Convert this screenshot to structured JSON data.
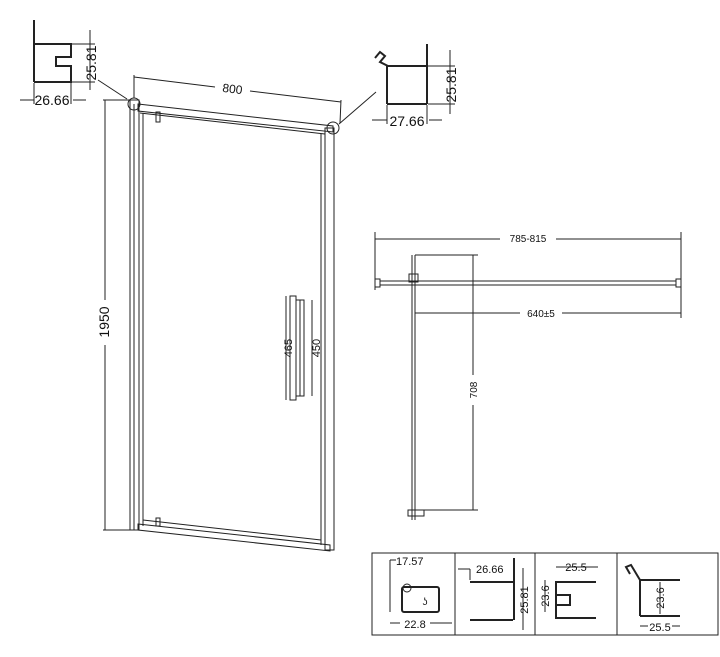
{
  "drawing": {
    "front_view": {
      "top_width": "800",
      "height": "1950",
      "handle_length": "465",
      "handle_spacing": "450"
    },
    "top_left_detail": {
      "height": "25.81",
      "width": "26.66"
    },
    "top_right_detail": {
      "height": "25.81",
      "width": "27.66"
    },
    "plan_view": {
      "adjustment_range": "785-815",
      "opening": "640±5",
      "swing_depth": "708"
    },
    "profiles": [
      {
        "dims": [
          "17.57",
          "22.8"
        ]
      },
      {
        "dims": [
          "26.66",
          "25.81"
        ]
      },
      {
        "dims": [
          "25.5",
          "23.6"
        ]
      },
      {
        "dims": [
          "23.6",
          "25.5"
        ]
      }
    ]
  }
}
